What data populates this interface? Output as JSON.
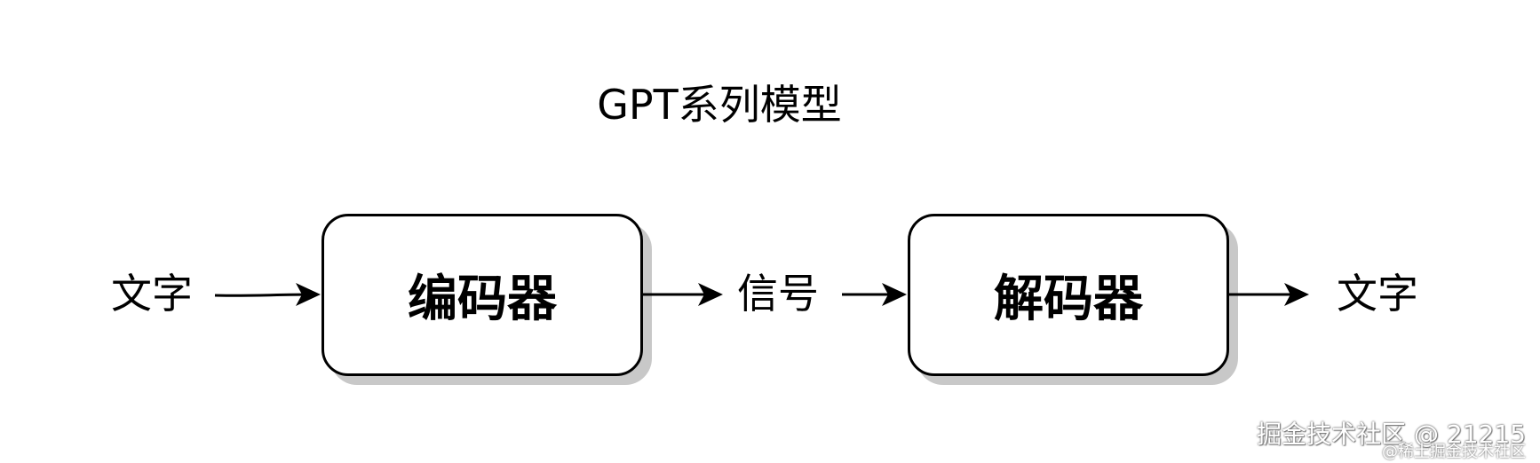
{
  "title": "GPT系列模型",
  "nodes": {
    "input_label": "文字",
    "encoder": "编码器",
    "signal_label": "信号",
    "decoder": "解码器",
    "output_label": "文字"
  },
  "watermark": {
    "main": "掘金技术社区 @ 21215",
    "sub": "@稀土掘金技术社区"
  },
  "colors": {
    "stroke": "#000000",
    "box_fill": "#ffffff",
    "box_shadow": "#c8c8c8"
  }
}
